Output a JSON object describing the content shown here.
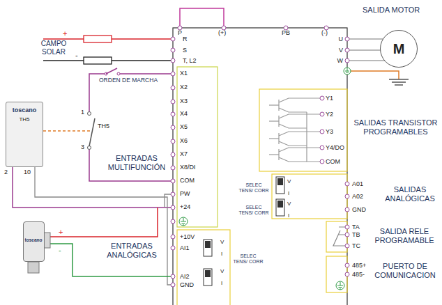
{
  "diagram": {
    "nodes": [
      {
        "text": [
          "toscano",
          "TH5"
        ]
      },
      {
        "text": [
          "toscano"
        ]
      },
      {
        "text": [
          "M"
        ]
      }
    ],
    "labels": [
      "+",
      "-",
      "CAMPO SOLAR",
      "R",
      "S",
      "T, L2",
      "P",
      "(+)",
      "PB",
      "(-)",
      "U",
      "V",
      "W",
      "SALIDA MOTOR",
      "ORDEN DE MARCHA",
      "X1",
      "X2",
      "X3",
      "X4",
      "X5",
      "X6",
      "X7",
      "X8/DI",
      "COM",
      "PW",
      "+24",
      "1",
      "3",
      "TH5",
      "ENTRADAS MULTIFUNCIÓN",
      "2",
      "10",
      "+10V",
      "AI1",
      "AI2",
      "GND",
      "V",
      "I",
      "V",
      "I",
      "SELEC TENS/ CORR",
      "ENTRADAS ANALÓGICAS",
      "+",
      "-",
      "Y1",
      "Y2",
      "Y3",
      "Y4/DO",
      "COM",
      "SALIDAS TRANSISTOR PROGRAMABLES",
      "A01",
      "A02",
      "GND",
      "V",
      "I",
      "V",
      "I",
      "SELEC TENS/ CORR",
      "SELEC TENS/ CORR",
      "SALIDAS ANALÓGICAS",
      "TA",
      "TB",
      "TC",
      "SALIDA RELE PROGRAMABLE",
      "485+",
      "485-",
      "PUERTO DE COMUNICACION"
    ]
  }
}
